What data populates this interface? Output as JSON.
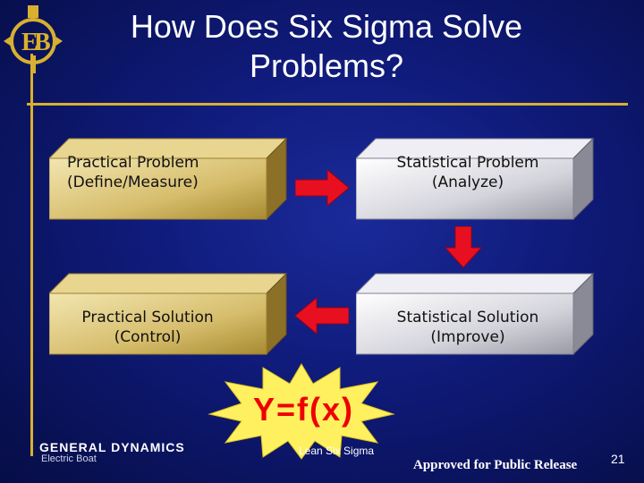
{
  "slide": {
    "title_line1": "How Does Six Sigma Solve",
    "title_line2": "Problems?",
    "logo_icon": "eb-logo-icon"
  },
  "boxes": {
    "practical_problem": [
      "Practical Problem",
      "(Define/Measure)"
    ],
    "statistical_problem": [
      "Statistical Problem",
      "(Analyze)"
    ],
    "practical_solution": [
      "Practical Solution",
      "(Control)"
    ],
    "statistical_solution": [
      "Statistical Solution",
      "(Improve)"
    ]
  },
  "formula": "Y=f(x)",
  "footer": {
    "company": "GENERAL DYNAMICS",
    "division": "Electric Boat",
    "program": "Lean Six Sigma",
    "release": "Approved for Public Release",
    "page_number": "21"
  },
  "colors": {
    "background": "#0f1a78",
    "accent_line": "#d8b030",
    "gold_box": "#d9c27a",
    "silver_box": "#e0e0e8",
    "arrow": "#e81020",
    "burst": "#fff060"
  }
}
